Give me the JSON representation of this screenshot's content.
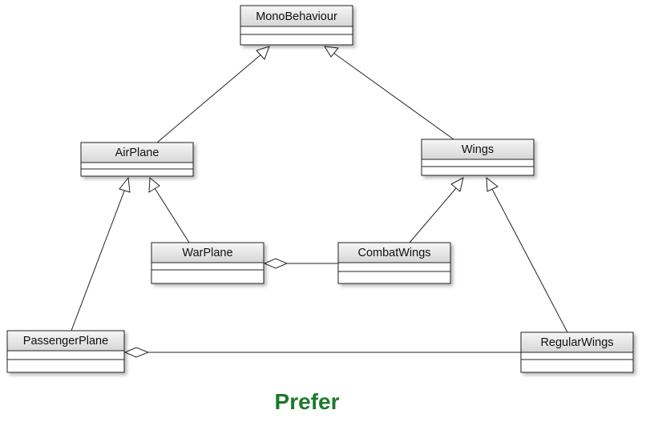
{
  "caption": "Prefer",
  "colors": {
    "box_fill": "#ffffff",
    "header_fill_top": "#f4f4f4",
    "header_fill_bottom": "#d8d8d8",
    "border": "#222222",
    "line": "#222222",
    "caption": "#1b7a2a"
  },
  "classes": {
    "monobehaviour": "MonoBehaviour",
    "airplane": "AirPlane",
    "wings": "Wings",
    "warplane": "WarPlane",
    "combatwings": "CombatWings",
    "passengerplane": "PassengerPlane",
    "regularwings": "RegularWings"
  },
  "relationships": [
    {
      "type": "generalization",
      "from": "airplane",
      "to": "monobehaviour"
    },
    {
      "type": "generalization",
      "from": "wings",
      "to": "monobehaviour"
    },
    {
      "type": "generalization",
      "from": "warplane",
      "to": "airplane"
    },
    {
      "type": "generalization",
      "from": "passengerplane",
      "to": "airplane"
    },
    {
      "type": "generalization",
      "from": "combatwings",
      "to": "wings"
    },
    {
      "type": "generalization",
      "from": "regularwings",
      "to": "wings"
    },
    {
      "type": "aggregation",
      "whole": "warplane",
      "part": "combatwings"
    },
    {
      "type": "aggregation",
      "whole": "passengerplane",
      "part": "regularwings"
    }
  ]
}
